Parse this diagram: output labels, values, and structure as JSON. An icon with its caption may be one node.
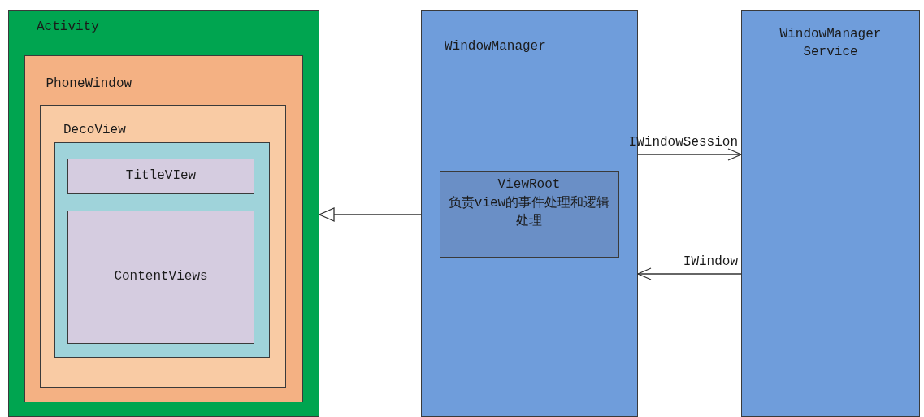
{
  "diagram": {
    "nodes": [
      {
        "text": [
          "Activity"
        ]
      },
      {
        "text": [
          "PhoneWindow"
        ],
        "in": 0
      },
      {
        "text": [
          "DecoView"
        ],
        "in": 1
      },
      {
        "text": [],
        "shape": "box",
        "in": 2
      },
      {
        "text": [
          "TitleVIew"
        ],
        "in": 3
      },
      {
        "text": [
          "ContentViews"
        ],
        "in": 3
      },
      {
        "text": [
          "WindowManager"
        ]
      },
      {
        "text": [
          "ViewRoot",
          "负责view的事件处理和逻辑处理"
        ],
        "in": 6
      },
      {
        "text": [
          "WindowManager Service"
        ]
      }
    ],
    "edges": [
      {
        "from": 6,
        "to": 0,
        "arrow": "to"
      },
      {
        "from": 6,
        "to": 8,
        "arrow": "to",
        "label": "IWindowSession"
      },
      {
        "from": 8,
        "to": 6,
        "arrow": "to",
        "label": "IWindow"
      }
    ]
  }
}
